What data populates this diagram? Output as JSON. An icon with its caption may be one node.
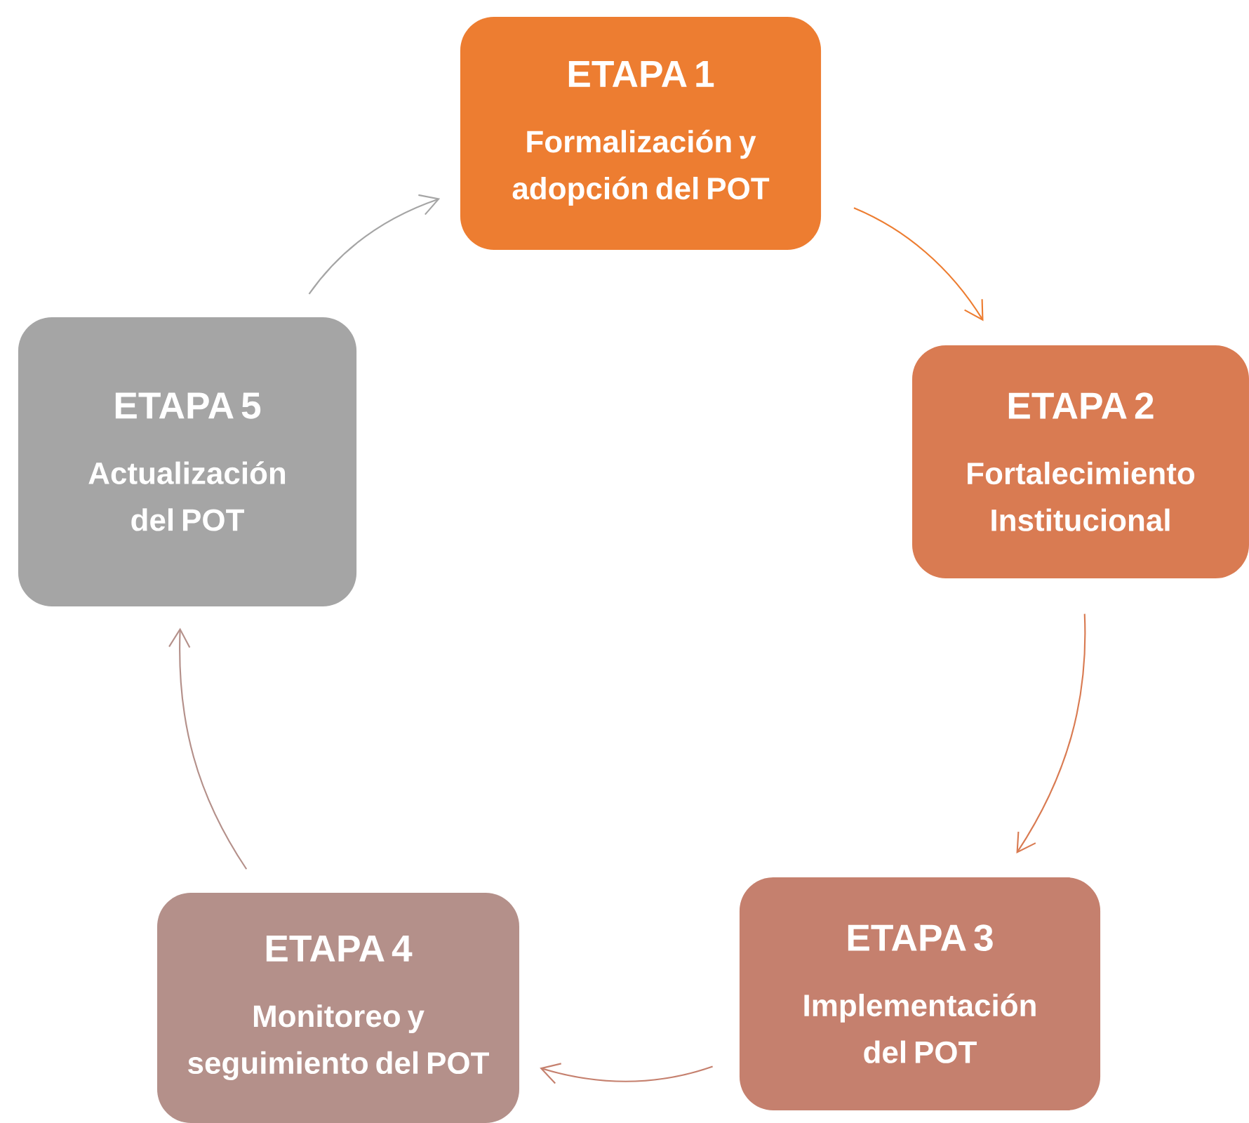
{
  "diagram": {
    "nodes": [
      {
        "text": [
          "ETAPA 1",
          "Formalización  y adopción del POT"
        ]
      },
      {
        "text": [
          "ETAPA 2",
          "Fortalecimiento Institucional"
        ]
      },
      {
        "text": [
          "ETAPA 3",
          "Implementación del POT"
        ]
      },
      {
        "text": [
          "ETAPA 4",
          "Monitoreo y seguimiento del POT"
        ]
      },
      {
        "text": [
          "ETAPA 5",
          "Actualización del POT"
        ]
      }
    ],
    "edges": [
      {
        "from": 0,
        "to": 1,
        "arrow": "to",
        "color": "#ed7d31"
      },
      {
        "from": 1,
        "to": 2,
        "arrow": "to",
        "color": "#d97b52"
      },
      {
        "from": 2,
        "to": 3,
        "arrow": "to",
        "color": "#c5806e"
      },
      {
        "from": 3,
        "to": 4,
        "arrow": "to",
        "color": "#b4908a"
      },
      {
        "from": 4,
        "to": 0,
        "arrow": "to",
        "color": "#a5a5a5"
      }
    ]
  }
}
